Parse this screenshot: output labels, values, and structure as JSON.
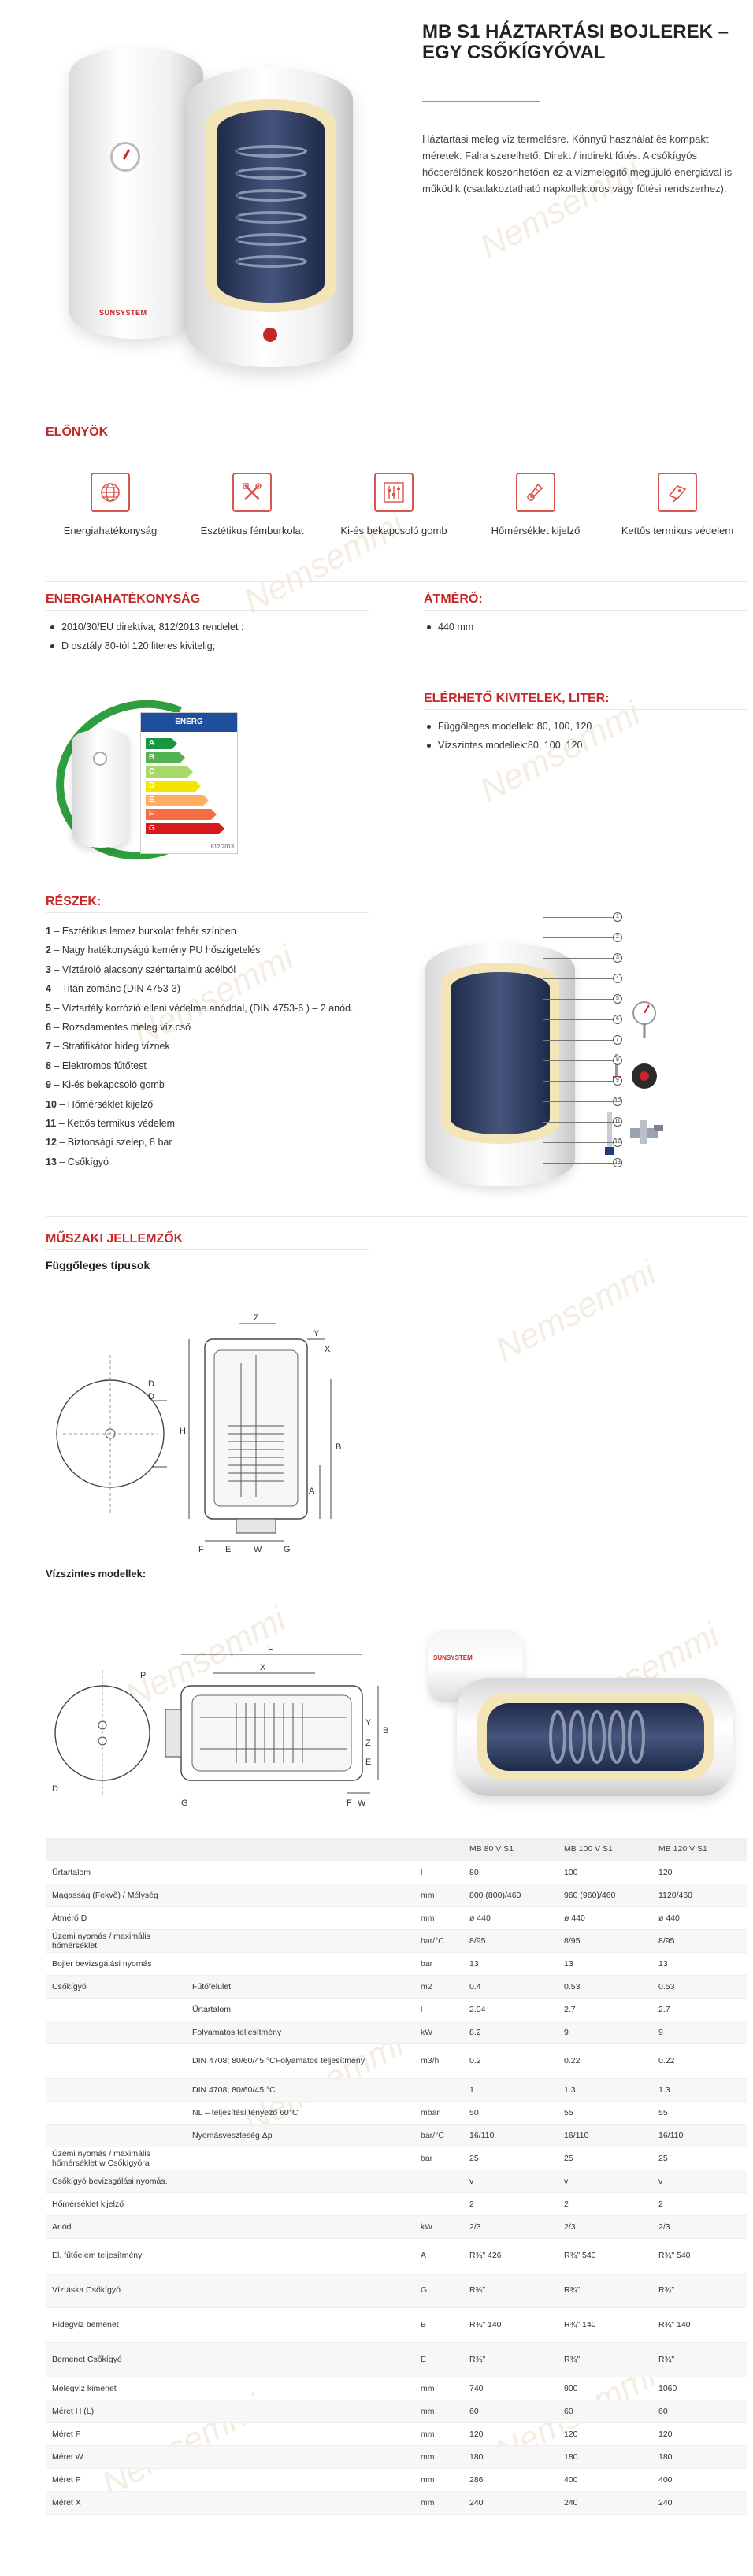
{
  "product": {
    "title": "MB S1 HÁZTARTÁSI BOJLEREK – EGY CSŐKÍGYÓVAL",
    "intro": "Háztartási meleg víz termelésre. Könnyű használat és kompakt méretek. Falra szerelhető. Direkt / indirekt fűtés. A csőkígyós hőcserélőnek köszönhetően ez a vízmelegítő megújuló energiával is működik (csatlakoztatható napkollektoros vagy fűtési rendszerhez).",
    "brand_on_tank": "SUNSYSTEM",
    "watermark": "Nemsemmi"
  },
  "advantages": {
    "title": "ELŐNYÖK",
    "items": [
      {
        "label": "Energiahatékonyság",
        "icon": "globe-icon"
      },
      {
        "label": "Esztétikus fémburkolat",
        "icon": "tools-icon"
      },
      {
        "label": "Ki-és bekapcsoló gomb",
        "icon": "sliders-icon"
      },
      {
        "label": "Hőmérséklet kijelző",
        "icon": "thermometer-icon"
      },
      {
        "label": "Kettős termikus védelem",
        "icon": "shield-icon"
      }
    ]
  },
  "energy": {
    "title": "ENERGIAHATÉKONYSÁG",
    "bullets": [
      "2010/30/EU direktíva, 812/2013 rendelet :",
      "D osztály 80-tól 120 literes kivitelig;"
    ],
    "label_header": "ENERG",
    "classes": [
      {
        "letter": "A",
        "color": "#1a9641"
      },
      {
        "letter": "B",
        "color": "#52b151"
      },
      {
        "letter": "C",
        "color": "#a6d96a"
      },
      {
        "letter": "D",
        "color": "#f2e600"
      },
      {
        "letter": "E",
        "color": "#fdae61"
      },
      {
        "letter": "F",
        "color": "#f46d43"
      },
      {
        "letter": "G",
        "color": "#d7191c"
      }
    ],
    "label_code": "812/2013"
  },
  "diameter": {
    "title": "ÁTMÉRŐ:",
    "bullets": [
      "440 mm"
    ]
  },
  "variants": {
    "title": "ELÉRHETŐ KIVITELEK, LITER:",
    "bullets": [
      "Függőleges modellek: 80, 100, 120",
      "Vízszintes modellek:80, 100, 120"
    ]
  },
  "parts": {
    "title": "RÉSZEK:",
    "items": [
      {
        "num": "1",
        "text": " – Esztétikus lemez burkolat fehér színben"
      },
      {
        "num": "2",
        "text": " – Nagy hatékonyságú kemény PU hőszigetelés"
      },
      {
        "num": "3",
        "text": " – Víztároló alacsony széntartalmú acélból"
      },
      {
        "num": "4",
        "text": " – Titán zománc (DIN 4753-3)"
      },
      {
        "num": "5",
        "text": " – Víztartály korrózió elleni védelme anóddal, (DIN 4753-6 ) – 2 anód."
      },
      {
        "num": "6",
        "text": " – Rozsdamentes meleg víz cső"
      },
      {
        "num": "7",
        "text": " – Stratifikátor hideg víznek"
      },
      {
        "num": "8",
        "text": " – Elektromos fűtőtest"
      },
      {
        "num": "9",
        "text": " – Ki-és bekapcsoló gomb"
      },
      {
        "num": "10",
        "text": " – Hőmérséklet kijelző"
      },
      {
        "num": "11",
        "text": " – Kettős termikus védelem"
      },
      {
        "num": "12",
        "text": " – Biztonsági szelep, 8 bar"
      },
      {
        "num": "13",
        "text": " – Csőkígyó"
      }
    ]
  },
  "technical": {
    "title": "MŰSZAKI JELLEMZŐK",
    "vertical_title": "Függőleges típusok",
    "horizontal_title": "Vízszintes modellek:",
    "vertical_dims": {
      "d": "D",
      "h": "H",
      "a": "A",
      "b": "B",
      "x": "X",
      "y": "Y",
      "z": "Z",
      "f": "F",
      "e": "E",
      "w": "W",
      "g": "G"
    },
    "horizontal_dims": {
      "l": "L",
      "x": "X",
      "p": "P",
      "d": "D",
      "z": "Z",
      "y": "Y",
      "b": "B",
      "e": "E",
      "f": "F",
      "g": "G",
      "w": "W"
    }
  },
  "table": {
    "headers": [
      "",
      "",
      "",
      "MB 80 V S1",
      "MB 100 V S1",
      "MB 120 V S1"
    ],
    "rows": [
      {
        "c1": "Űrtartalom",
        "c2": "",
        "unit": "l",
        "v": [
          "80",
          "100",
          "120"
        ]
      },
      {
        "c1": "Magasság (Fekvő) / Mélység",
        "c2": "",
        "unit": "mm",
        "v": [
          "800 (800)/460",
          "960 (960)/460",
          "1120/460"
        ]
      },
      {
        "c1": "Átmérő D",
        "c2": "",
        "unit": "mm",
        "v": [
          "ø 440",
          "ø 440",
          "ø 440"
        ]
      },
      {
        "c1": "Üzemi nyomás / maximális hőmérséklet",
        "c2": "",
        "unit": "bar/°C",
        "v": [
          "8/95",
          "8/95",
          "8/95"
        ]
      },
      {
        "c1": "Bojler bevizsgálási nyomás",
        "c2": "",
        "unit": "bar",
        "v": [
          "13",
          "13",
          "13"
        ]
      },
      {
        "c1": "Csőkígyó",
        "c2": "Fűtőfelület",
        "unit": "m2",
        "v": [
          "0.4",
          "0.53",
          "0.53"
        ]
      },
      {
        "c1": "",
        "c2": "Űrtartalom",
        "unit": "l",
        "v": [
          "2.04",
          "2.7",
          "2.7"
        ]
      },
      {
        "c1": "",
        "c2": "Folyamatos teljesítmény",
        "unit": "kW",
        "v": [
          "8.2",
          "9",
          "9"
        ]
      },
      {
        "c1": "",
        "c2": "DIN 4708; 80/60/45 °CFolyamatos teljesítmény",
        "unit": "m3/h",
        "v": [
          "0.2",
          "0.22",
          "0.22"
        ]
      },
      {
        "c1": "",
        "c2": "DIN 4708; 80/60/45 °C",
        "unit": "",
        "v": [
          "1",
          "1.3",
          "1.3"
        ]
      },
      {
        "c1": "",
        "c2": "NL – teljesítési tényező 60°C",
        "unit": "mbar",
        "v": [
          "50",
          "55",
          "55"
        ]
      },
      {
        "c1": "",
        "c2": "Nyomásveszteség Δp",
        "unit": "bar/°C",
        "v": [
          "16/110",
          "16/110",
          "16/110"
        ]
      },
      {
        "c1": "Üzemi nyomás / maximális hőmérséklet w Csőkígyóra",
        "c2": "",
        "unit": "bar",
        "v": [
          "25",
          "25",
          "25"
        ]
      },
      {
        "c1": "Csőkígyó bevizsgálási nyomás.",
        "c2": "",
        "unit": "",
        "v": [
          "v",
          "v",
          "v"
        ]
      },
      {
        "c1": "Hőmérséklet kijelző",
        "c2": "",
        "unit": "",
        "v": [
          "2",
          "2",
          "2"
        ]
      },
      {
        "c1": "Anód",
        "c2": "",
        "unit": "kW",
        "v": [
          "2/3",
          "2/3",
          "2/3"
        ]
      },
      {
        "c1": "El. fűtőelem teljesítmény",
        "c2": "",
        "unit": "A",
        "v": [
          "R¾\" 426",
          "R¾\" 540",
          "R¾\" 540"
        ]
      },
      {
        "c1": "Víztáska Csőkígyó",
        "c2": "",
        "unit": "G",
        "v": [
          "R¾\"",
          "R¾\"",
          "R¾\""
        ]
      },
      {
        "c1": "Hidegvíz bemenet",
        "c2": "",
        "unit": "B",
        "v": [
          "R¾\" 140",
          "R¾\" 140",
          "R¾\" 140"
        ]
      },
      {
        "c1": "Bemenet Csőkígyó",
        "c2": "",
        "unit": "E",
        "v": [
          "R¾\"",
          "R¾\"",
          "R¾\""
        ]
      },
      {
        "c1": "Melegvíz kimenet",
        "c2": "",
        "unit": "mm",
        "v": [
          "740",
          "900",
          "1060"
        ]
      },
      {
        "c1": "Méret H (L)",
        "c2": "",
        "unit": "mm",
        "v": [
          "60",
          "60",
          "60"
        ]
      },
      {
        "c1": "Méret F",
        "c2": "",
        "unit": "mm",
        "v": [
          "120",
          "120",
          "120"
        ]
      },
      {
        "c1": "Méret W",
        "c2": "",
        "unit": "mm",
        "v": [
          "180",
          "180",
          "180"
        ]
      },
      {
        "c1": "Méret P",
        "c2": "",
        "unit": "mm",
        "v": [
          "286",
          "400",
          "400"
        ]
      },
      {
        "c1": "Méret X",
        "c2": "",
        "unit": "mm",
        "v": [
          "240",
          "240",
          "240"
        ]
      }
    ]
  }
}
